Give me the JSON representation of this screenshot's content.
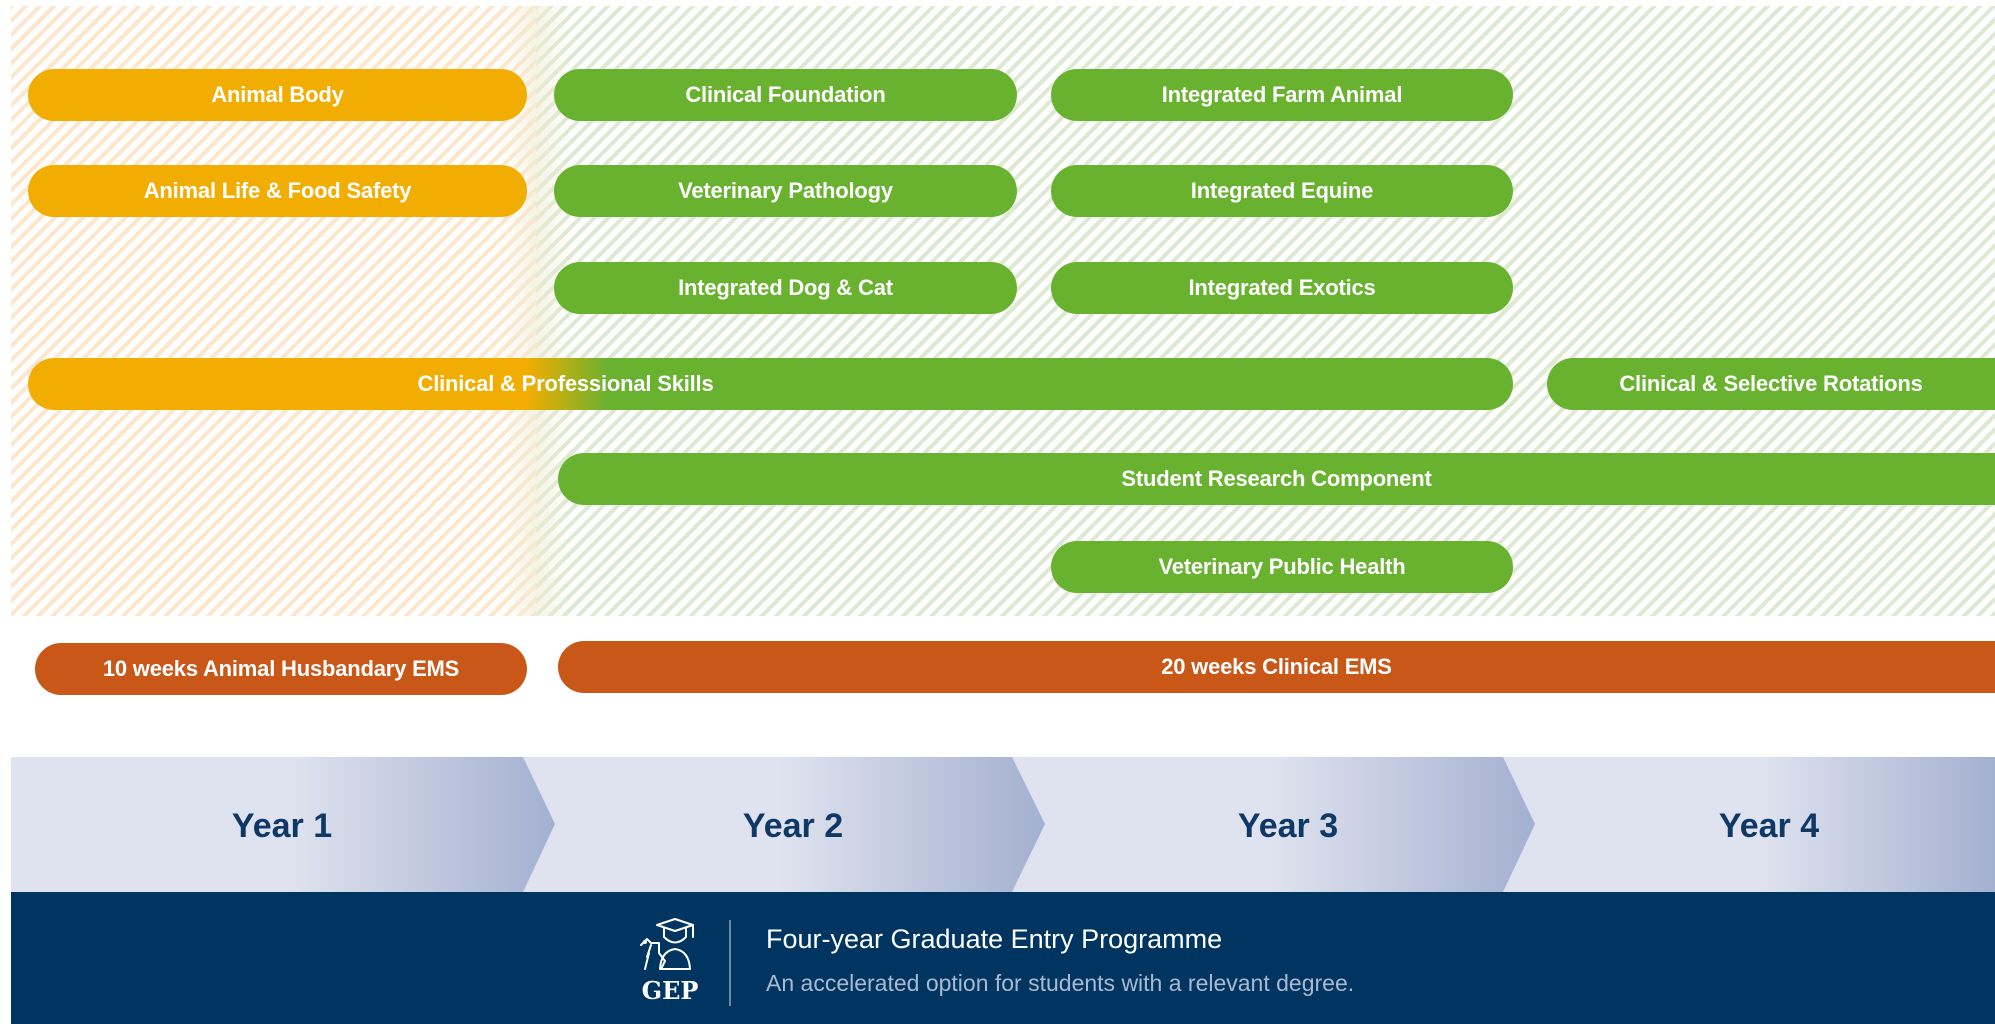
{
  "modules": {
    "animal_body": "Animal Body",
    "animal_life_food_safety": "Animal Life & Food Safety",
    "clinical_foundation": "Clinical Foundation",
    "veterinary_pathology": "Veterinary Pathology",
    "integrated_dog_cat": "Integrated Dog & Cat",
    "integrated_farm_animal": "Integrated Farm Animal",
    "integrated_equine": "Integrated Equine",
    "integrated_exotics": "Integrated Exotics",
    "clinical_professional_skills": "Clinical & Professional Skills",
    "clinical_selective_rotations": "Clinical & Selective Rotations",
    "student_research_component": "Student Research Component",
    "veterinary_public_health": "Veterinary Public Health"
  },
  "ems": {
    "husbandry": "10 weeks Animal Husbandary EMS",
    "clinical": "20 weeks Clinical EMS"
  },
  "years": [
    "Year 1",
    "Year 2",
    "Year 3",
    "Year 4"
  ],
  "programme": {
    "badge": "GEP",
    "title": "Four-year Graduate Entry Programme",
    "subtitle": "An accelerated option for students with a relevant degree."
  },
  "colors": {
    "preclinical": "#f2ad02",
    "clinical": "#69b22f",
    "ems": "#c95718",
    "year_band": "#dfe3ef",
    "footer": "#003461",
    "year_text": "#0f3866"
  },
  "icons": {
    "programme": "graduate-with-dog-icon"
  }
}
